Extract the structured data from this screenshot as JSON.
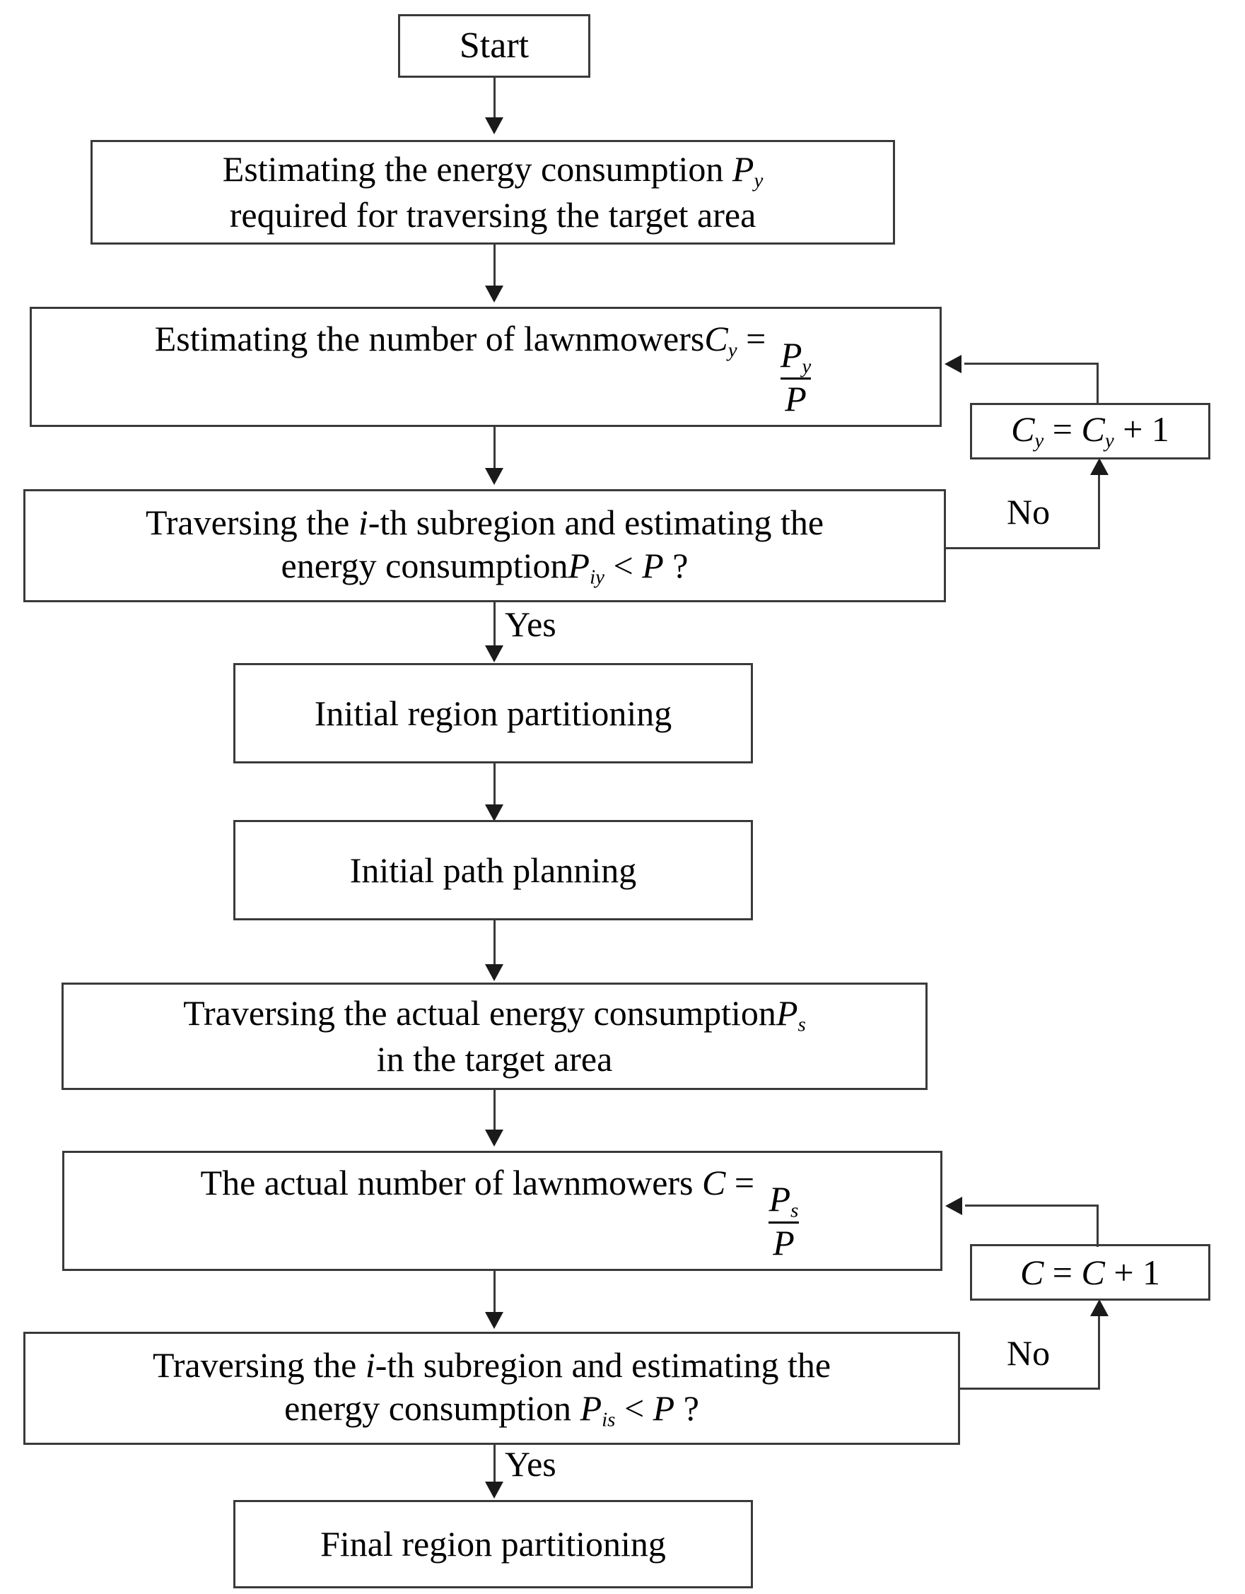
{
  "diagram": {
    "title": "Lawnmower region partitioning and path planning flowchart",
    "nodes": {
      "start": {
        "label": "Start"
      },
      "estimate_energy": {
        "line1_pre": "Estimating the energy consumption ",
        "line1_var": "P",
        "line1_sub": "y",
        "line2": "required for traversing the target area"
      },
      "estimate_count": {
        "text_pre": "Estimating the number of lawnmowers",
        "var": "C",
        "var_sub": "y",
        "eq": "=",
        "num_var": "P",
        "num_sub": "y",
        "den_var": "P"
      },
      "decision_iy": {
        "line1_pre": "Traversing the ",
        "line1_i": "i",
        "line1_post": "-th subregion and estimating the",
        "line2_pre": "energy consumption",
        "line2_var": "P",
        "line2_sub": "iy",
        "line2_op": "<",
        "line2_ref": "P",
        "line2_q": "?"
      },
      "increment_cy": {
        "var": "C",
        "var_sub": "y",
        "eq": "=",
        "var2": "C",
        "var2_sub": "y",
        "plus": "+ 1"
      },
      "initial_region": {
        "label": "Initial region partitioning"
      },
      "initial_path": {
        "label": "Initial path planning"
      },
      "actual_energy": {
        "line1_pre": "Traversing the actual energy consumption",
        "line1_var": "P",
        "line1_sub": "s",
        "line2": "in the target area"
      },
      "actual_count": {
        "text_pre": "The actual number of lawnmowers",
        "var": "C",
        "eq": "=",
        "num_var": "P",
        "num_sub": "s",
        "den_var": "P"
      },
      "decision_is": {
        "line1_pre": "Traversing the ",
        "line1_i": "i",
        "line1_post": "-th subregion and estimating the",
        "line2_pre": "energy consumption ",
        "line2_var": "P",
        "line2_sub": "is",
        "line2_op": "<",
        "line2_ref": "P",
        "line2_q": "?"
      },
      "increment_c": {
        "var": "C",
        "eq": "=",
        "var2": "C",
        "plus": "+ 1"
      },
      "final_region": {
        "label": "Final region partitioning"
      }
    },
    "edge_labels": {
      "yes_top": "Yes",
      "no_top": "No",
      "yes_bottom": "Yes",
      "no_bottom": "No"
    },
    "colors": {
      "stroke": "#3a3a3a",
      "arrow": "#1a1a1a",
      "text": "#000000",
      "background": "#ffffff"
    }
  }
}
